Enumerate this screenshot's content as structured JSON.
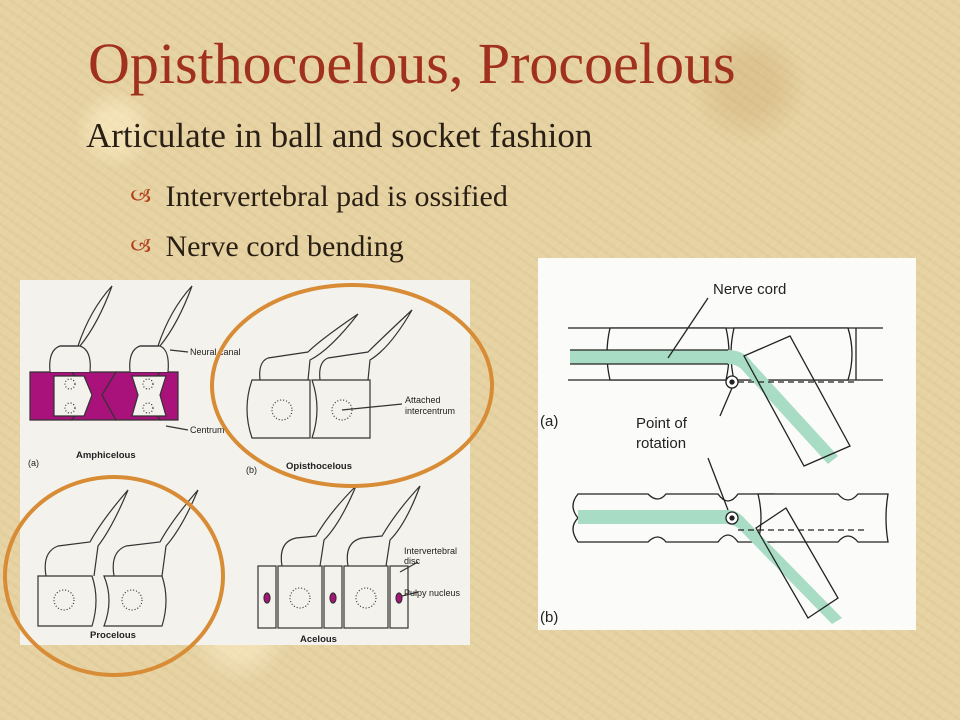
{
  "slide": {
    "title": "Opisthocoelous, Procoelous",
    "main_bullet": "Articulate in ball and socket fashion",
    "sub_bullets": [
      {
        "icon": "ornament-bullet-icon",
        "text": "Intervertebral pad is ossified"
      },
      {
        "icon": "ornament-bullet-icon",
        "text": "Nerve cord bending"
      }
    ]
  },
  "left_figure": {
    "panel_a": {
      "letter": "(a)",
      "caption": "Amphicelous",
      "label_neural_canal": "Neural canal",
      "label_centrum": "Centrum"
    },
    "panel_b": {
      "letter": "(b)",
      "caption": "Opisthocelous",
      "label_attached_line1": "Attached",
      "label_attached_line2": "intercentrum"
    },
    "panel_c": {
      "caption": "Procelous"
    },
    "panel_d": {
      "caption": "Acelous",
      "label_disc_line1": "Intervertebral",
      "label_disc_line2": "disc",
      "label_pulpy": "Pulpy nucleus"
    }
  },
  "right_figure": {
    "label_nerve_cord": "Nerve cord",
    "label_point_line1": "Point of",
    "label_point_line2": "rotation",
    "label_a": "(a)",
    "label_b": "(b)"
  },
  "colors": {
    "title": "#a0311e",
    "text": "#2a1f14",
    "ring": "#d78c35",
    "amphicelous_fill": "#a8127a",
    "nerve_cord": "#a9dcc4"
  }
}
